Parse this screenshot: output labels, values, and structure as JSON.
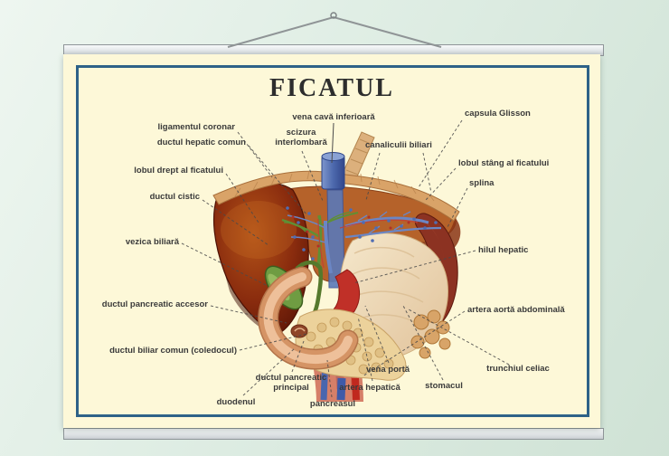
{
  "poster": {
    "title": "FICATUL"
  },
  "labels": {
    "vena_cava_inferioara": "vena cavă inferioară",
    "scizura_interlombara": "scizura interlombară",
    "canaliculii_biliari": "canaliculii biliari",
    "capsula_glisson": "capsula Glisson",
    "ligamentul_coronar": "ligamentul coronar",
    "ductul_hepatic_comun": "ductul hepatic comun",
    "lobul_drept": "lobul drept al ficatului",
    "lobul_stang": "lobul stâng al ficatului",
    "splina": "splina",
    "ductul_cistic": "ductul cistic",
    "vezica_biliara": "vezica biliară",
    "hilul_hepatic": "hilul hepatic",
    "ductul_pancreatic_accesor": "ductul pancreatic accesor",
    "artera_aorta_abdominala": "artera aortă abdominală",
    "ductul_biliar_comun": "ductul biliar comun (coledocul)",
    "trunchiul_celiac": "trunchiul celiac",
    "duodenul": "duodenul",
    "ductul_pancreatic_principal": "ductul pancreatic principal",
    "pancreasul": "pancreasul",
    "artera_hepatica": "artera hepatică",
    "vena_porta": "vena portă",
    "stomacul": "stomacul"
  },
  "colors": {
    "wall": "#dcebe0",
    "poster_background": "#fdf8d8",
    "frame_blue": "#2e6288",
    "rail_gray": "#e2e6e8",
    "liver_brown": "#8a2c0e",
    "cut_surface": "#b5622a",
    "gallbladder_green": "#6f9c42",
    "artery_red": "#c0281e",
    "vein_blue": "#3f5aa8",
    "spleen_red": "#8c3222",
    "stomach_cream": "#eedcbd",
    "label_text": "#3a3a3a"
  }
}
